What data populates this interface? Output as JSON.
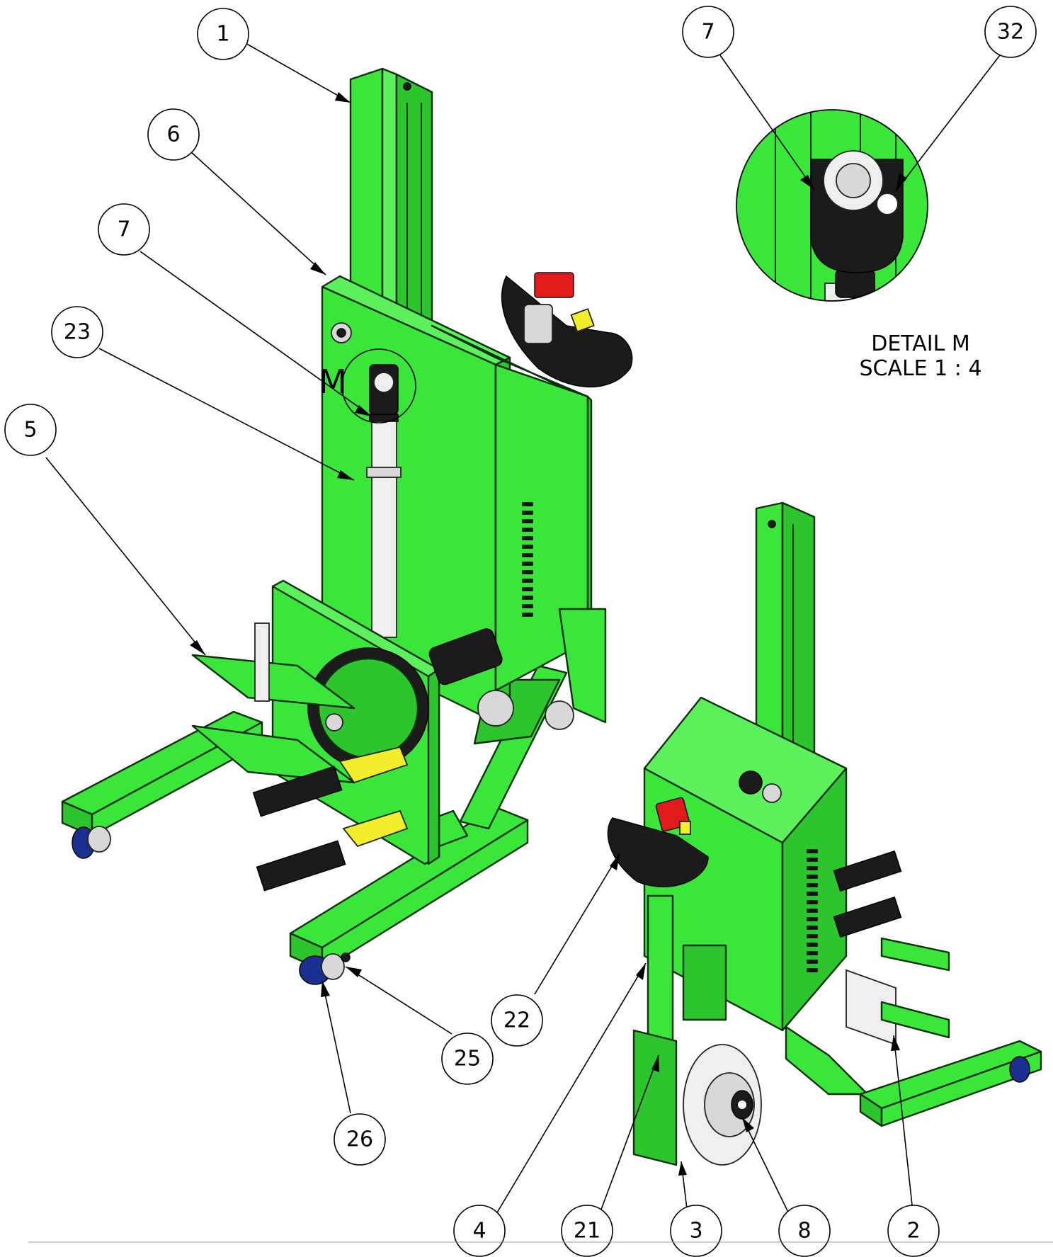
{
  "detail": {
    "title": "DETAIL M",
    "scale": "SCALE 1 : 4",
    "view_letter": "M"
  },
  "balloons": {
    "b1": "1",
    "b6": "6",
    "b7": "7",
    "b23": "23",
    "b5": "5",
    "b7_detail": "7",
    "b32": "32",
    "b22": "22",
    "b25": "25",
    "b26": "26",
    "b4": "4",
    "b21": "21",
    "b3": "3",
    "b8": "8",
    "b2": "2"
  },
  "colors": {
    "body": "#39e639",
    "outline": "#0b2e0b",
    "clamp": "#f2ee2b",
    "button": "#e11b1b",
    "wheel": "#1a2f8f"
  }
}
